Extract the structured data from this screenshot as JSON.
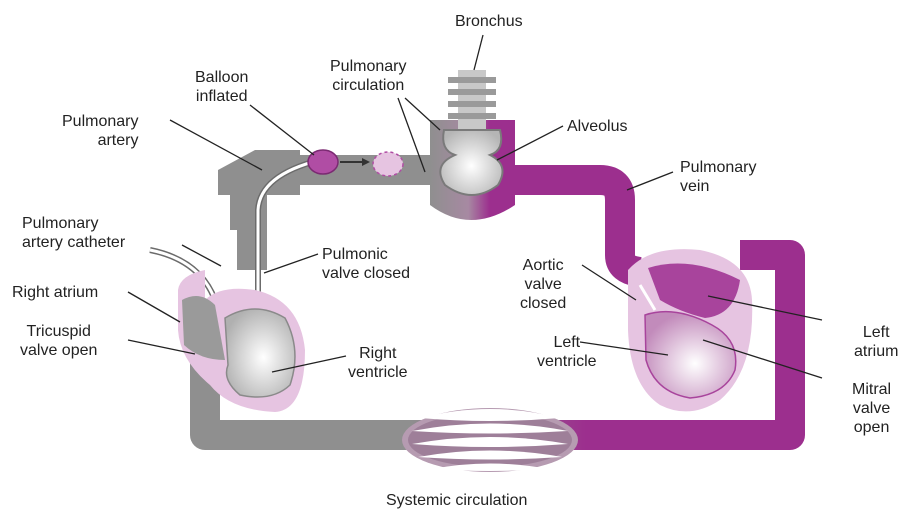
{
  "colors": {
    "deoxygenated": "#8f8f8f",
    "oxygenated": "#9c2f8e",
    "tissue_light": "#e6c4e1",
    "chamber_light": "#f2f2f2",
    "leader": "#222222"
  },
  "labels": {
    "bronchus": "Bronchus",
    "pulmonary_circulation": "Pulmonary\ncirculation",
    "balloon_inflated": "Balloon\ninflated",
    "pulmonary_artery": "Pulmonary\nartery",
    "alveolus": "Alveolus",
    "pulmonary_vein": "Pulmonary\nvein",
    "pulmonary_artery_catheter": "Pulmonary\nartery catheter",
    "pulmonic_valve_closed": "Pulmonic\nvalve closed",
    "right_atrium": "Right atrium",
    "tricuspid_valve_open": "Tricuspid\nvalve open",
    "right_ventricle": "Right\nventricle",
    "aortic_valve_closed": "Aortic\nvalve\nclosed",
    "left_ventricle": "Left\nventricle",
    "left_atrium": "Left\natrium",
    "mitral_valve_open": "Mitral\nvalve\nopen",
    "systemic_circulation": "Systemic circulation"
  }
}
